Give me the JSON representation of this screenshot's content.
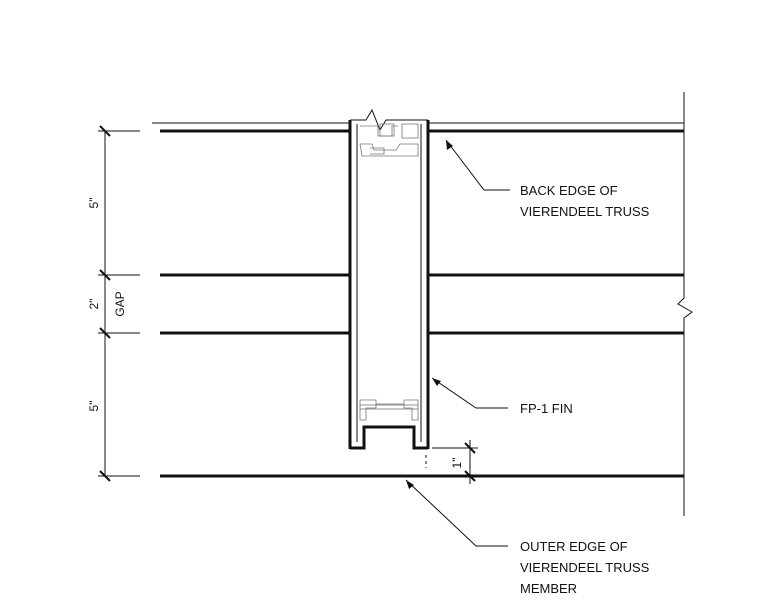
{
  "dimensions": {
    "top_band": "5\"",
    "gap": "2\"",
    "gap_label": "GAP",
    "bottom_band": "5\"",
    "fin_offset": "1\""
  },
  "callouts": {
    "back_edge": [
      "BACK EDGE OF",
      "VIERENDEEL TRUSS"
    ],
    "fin": [
      "FP-1 FIN"
    ],
    "outer_edge": [
      "OUTER EDGE OF",
      "VIERENDEEL TRUSS",
      "MEMBER"
    ]
  },
  "colors": {
    "line": "#111111",
    "profile": "#777777",
    "background": "#ffffff"
  }
}
